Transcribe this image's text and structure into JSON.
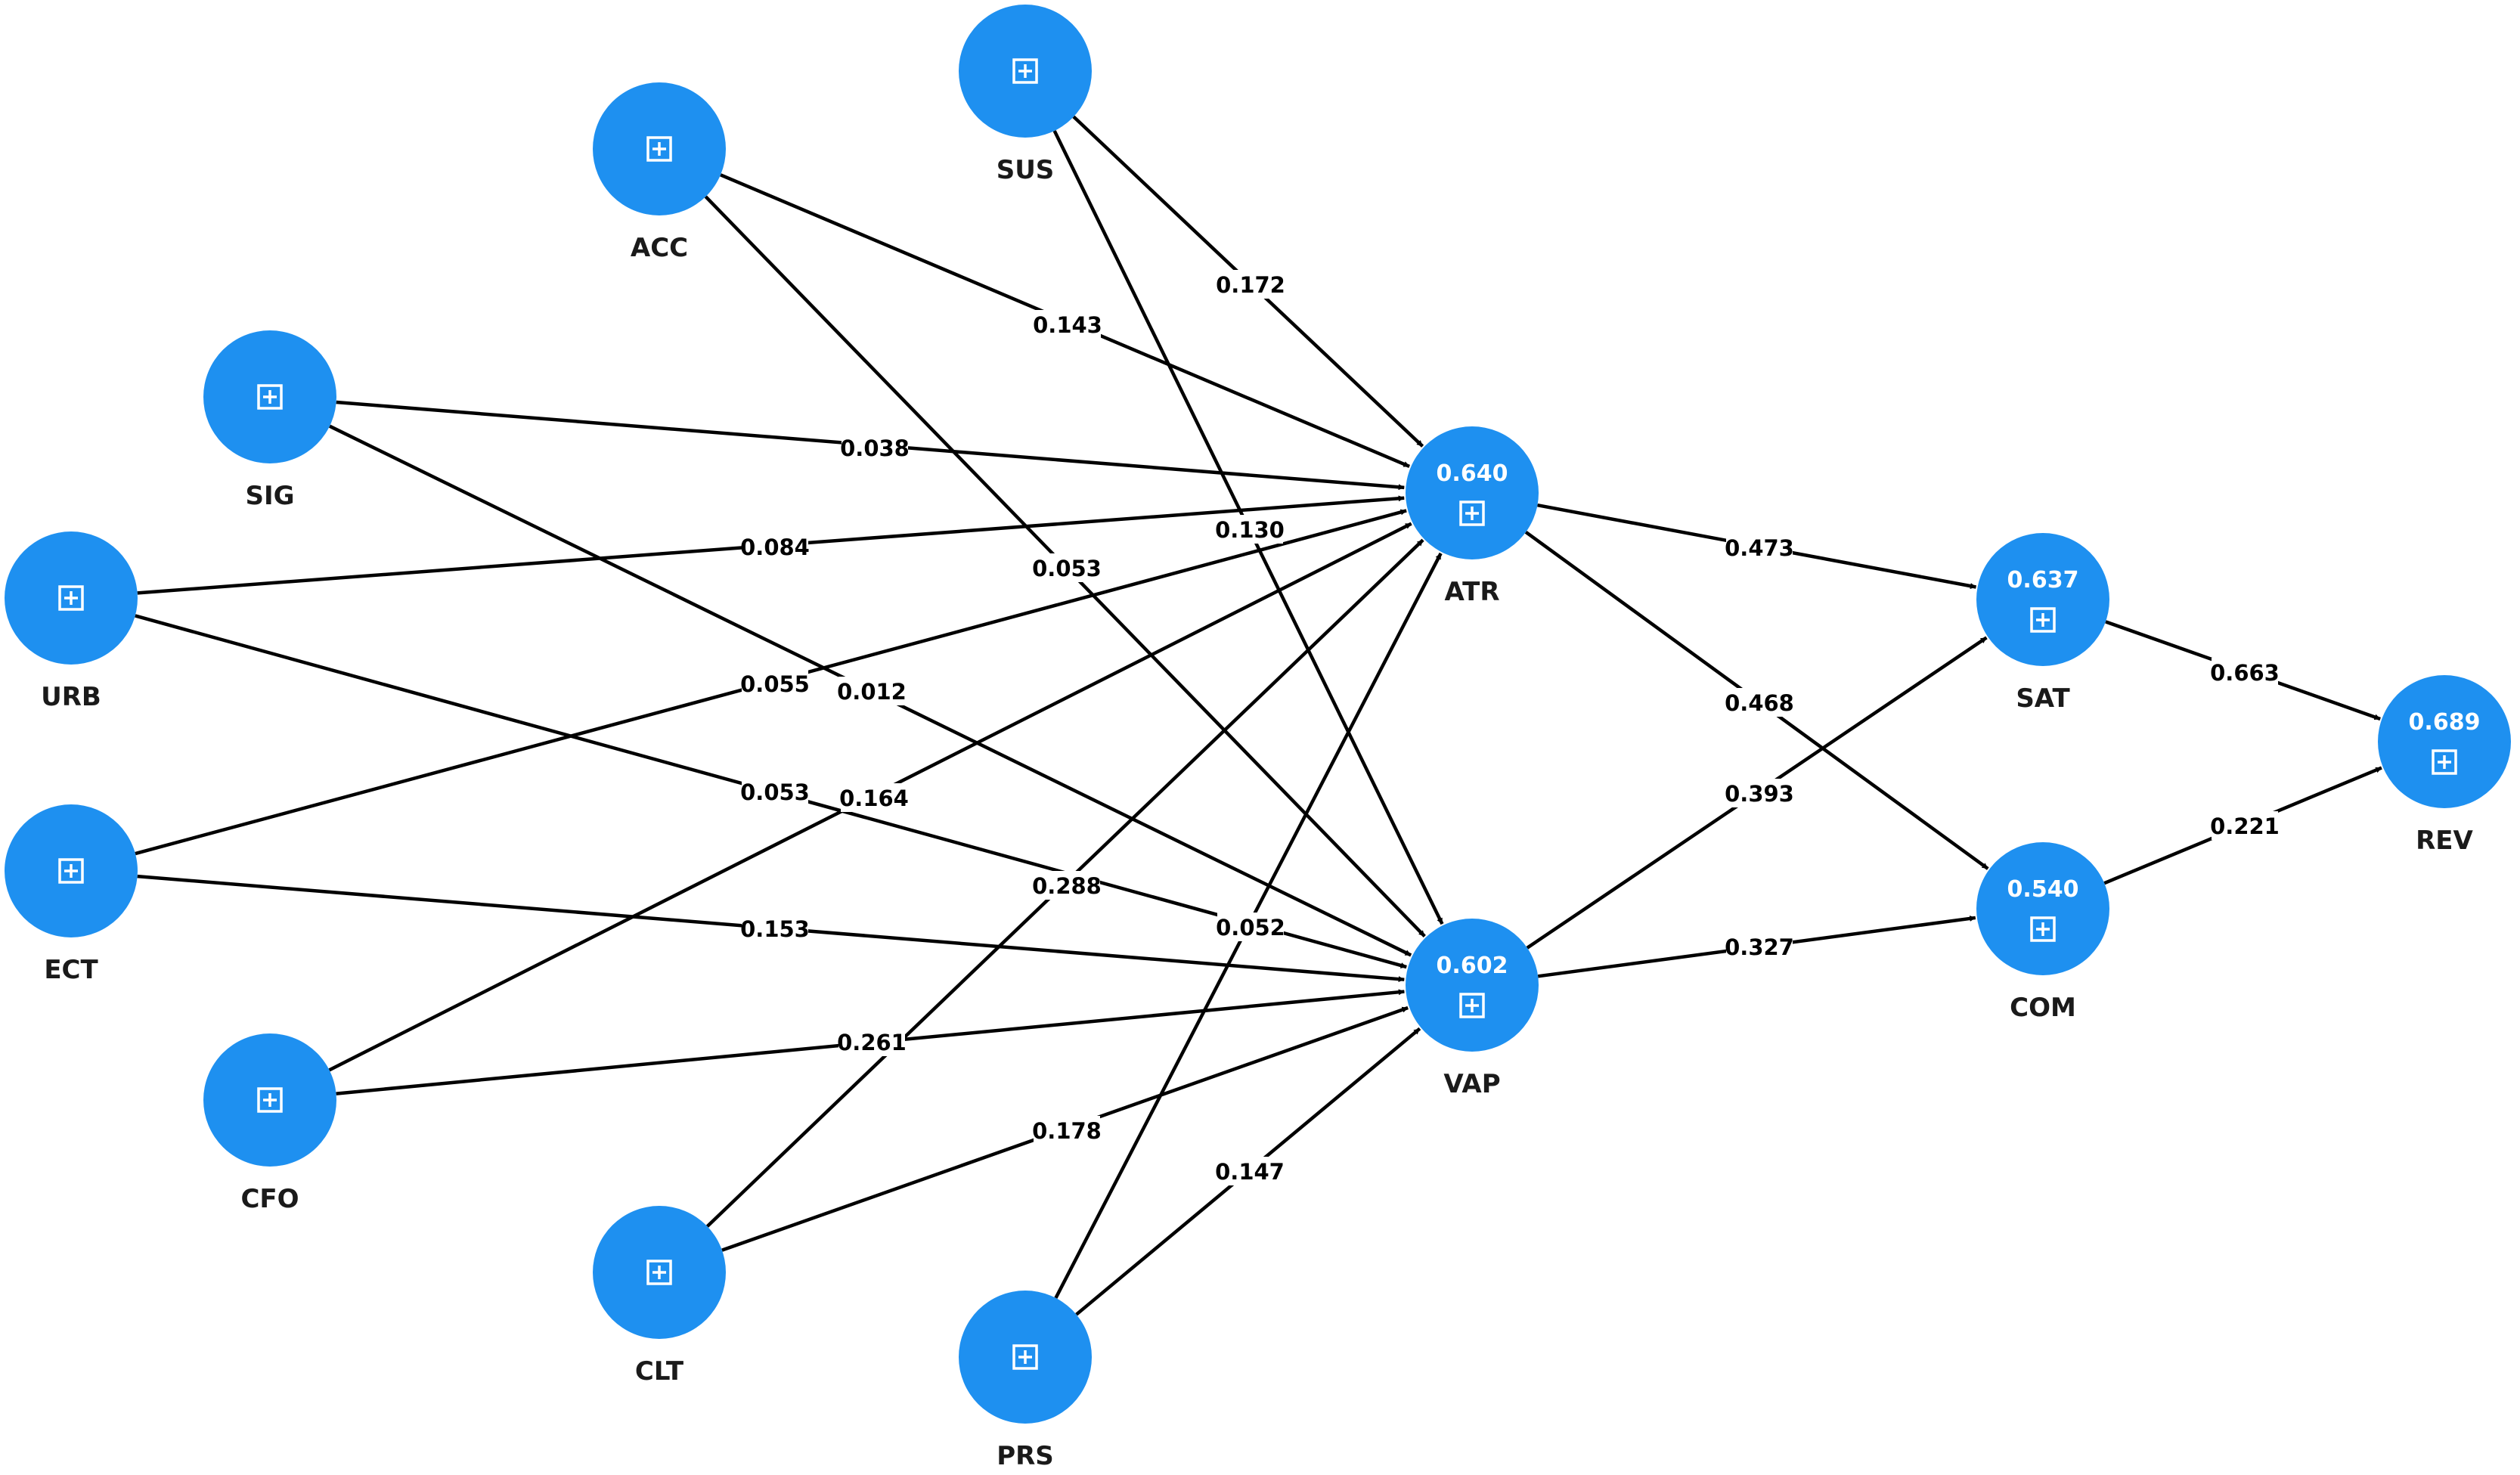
{
  "colors": {
    "node_fill": "#1E90F0",
    "edge": "#000000",
    "node_text": "#FFFFFF",
    "label_text": "#1A1A1A",
    "background": "#FFFFFF"
  },
  "node_icon": "expand-plus-square-icon",
  "nodes": [
    {
      "id": "SUS",
      "label": "SUS",
      "value": ""
    },
    {
      "id": "ACC",
      "label": "ACC",
      "value": ""
    },
    {
      "id": "SIG",
      "label": "SIG",
      "value": ""
    },
    {
      "id": "URB",
      "label": "URB",
      "value": ""
    },
    {
      "id": "ECT",
      "label": "ECT",
      "value": ""
    },
    {
      "id": "CFO",
      "label": "CFO",
      "value": ""
    },
    {
      "id": "CLT",
      "label": "CLT",
      "value": ""
    },
    {
      "id": "PRS",
      "label": "PRS",
      "value": ""
    },
    {
      "id": "ATR",
      "label": "ATR",
      "value": "0.640"
    },
    {
      "id": "VAP",
      "label": "VAP",
      "value": "0.602"
    },
    {
      "id": "SAT",
      "label": "SAT",
      "value": "0.637"
    },
    {
      "id": "COM",
      "label": "COM",
      "value": "0.540"
    },
    {
      "id": "REV",
      "label": "REV",
      "value": "0.689"
    }
  ],
  "edges": [
    {
      "from": "SUS",
      "to": "ATR",
      "value": "0.172"
    },
    {
      "from": "SUS",
      "to": "VAP",
      "value": "0.130"
    },
    {
      "from": "ACC",
      "to": "ATR",
      "value": "0.143"
    },
    {
      "from": "ACC",
      "to": "VAP",
      "value": "0.053"
    },
    {
      "from": "SIG",
      "to": "ATR",
      "value": "0.038"
    },
    {
      "from": "SIG",
      "to": "VAP",
      "value": "0.012"
    },
    {
      "from": "URB",
      "to": "ATR",
      "value": "0.084"
    },
    {
      "from": "URB",
      "to": "VAP",
      "value": "0.053"
    },
    {
      "from": "ECT",
      "to": "ATR",
      "value": "0.055"
    },
    {
      "from": "ECT",
      "to": "VAP",
      "value": "0.153"
    },
    {
      "from": "CFO",
      "to": "ATR",
      "value": "0.164"
    },
    {
      "from": "CFO",
      "to": "VAP",
      "value": "0.261"
    },
    {
      "from": "CLT",
      "to": "ATR",
      "value": "0.288"
    },
    {
      "from": "CLT",
      "to": "VAP",
      "value": "0.178"
    },
    {
      "from": "PRS",
      "to": "ATR",
      "value": "0.052"
    },
    {
      "from": "PRS",
      "to": "VAP",
      "value": "0.147"
    },
    {
      "from": "ATR",
      "to": "SAT",
      "value": "0.473"
    },
    {
      "from": "ATR",
      "to": "COM",
      "value": "0.468"
    },
    {
      "from": "VAP",
      "to": "SAT",
      "value": "0.393"
    },
    {
      "from": "VAP",
      "to": "COM",
      "value": "0.327"
    },
    {
      "from": "SAT",
      "to": "REV",
      "value": "0.663"
    },
    {
      "from": "COM",
      "to": "REV",
      "value": "0.221"
    }
  ]
}
